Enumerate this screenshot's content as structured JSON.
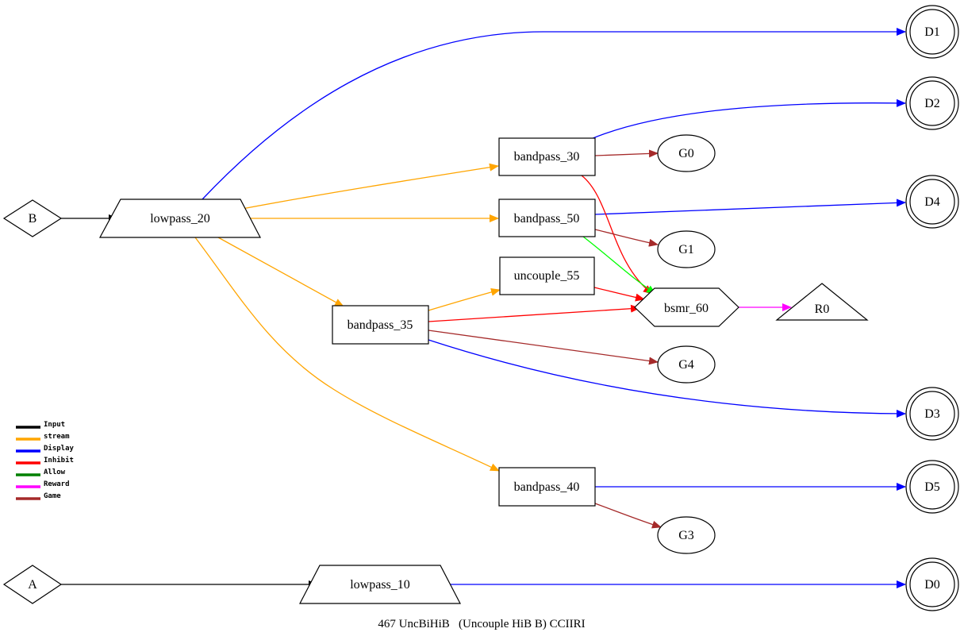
{
  "caption": "467 UncBiHiB   (Uncouple HiB B) CCIIRI",
  "colors": {
    "input": "#000000",
    "stream": "#ffa500",
    "display": "#0000ff",
    "inhibit": "#ff0000",
    "allow": "#00ff00",
    "allow_legend": "#008000",
    "reward": "#ff00ff",
    "game": "#a52a2a"
  },
  "legend": [
    {
      "label": "Input",
      "color": "#000000"
    },
    {
      "label": "stream",
      "color": "#ffa500"
    },
    {
      "label": "Display",
      "color": "#0000ff"
    },
    {
      "label": "Inhibit",
      "color": "#ff0000"
    },
    {
      "label": "Allow",
      "color": "#008000"
    },
    {
      "label": "Reward",
      "color": "#ff00ff"
    },
    {
      "label": "Game",
      "color": "#a52a2a"
    }
  ],
  "nodes": {
    "B": "B",
    "A": "A",
    "lowpass_20": "lowpass_20",
    "lowpass_10": "lowpass_10",
    "bandpass_30": "bandpass_30",
    "bandpass_50": "bandpass_50",
    "uncouple_55": "uncouple_55",
    "bandpass_35": "bandpass_35",
    "bandpass_40": "bandpass_40",
    "bsmr_60": "bsmr_60",
    "R0": "R0",
    "G0": "G0",
    "G1": "G1",
    "G3": "G3",
    "G4": "G4",
    "D0": "D0",
    "D1": "D1",
    "D2": "D2",
    "D3": "D3",
    "D4": "D4",
    "D5": "D5"
  }
}
